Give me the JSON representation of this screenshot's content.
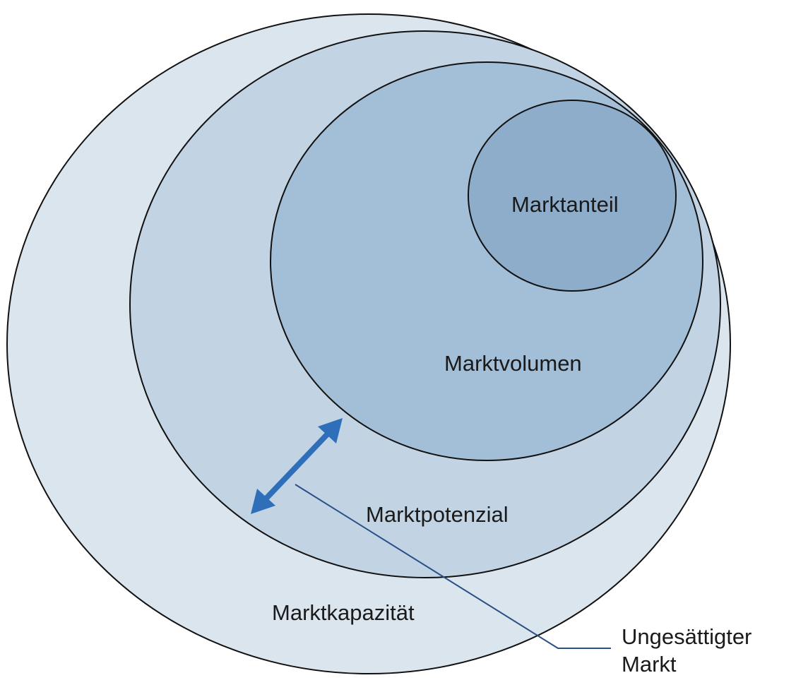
{
  "diagram": {
    "labels": {
      "market_share": "Marktanteil",
      "market_volume": "Marktvolumen",
      "market_potential": "Marktpotenzial",
      "market_capacity": "Marktkapazität",
      "unsaturated_line1": "Ungesättigter",
      "unsaturated_line2": "Markt"
    },
    "colors": {
      "capacity": "#dbe5ee",
      "potential": "#c2d4e4",
      "volume": "#a3bed7",
      "share": "#8eadcb",
      "arrow": "#2f6fba",
      "leader": "#2a4f86"
    }
  }
}
